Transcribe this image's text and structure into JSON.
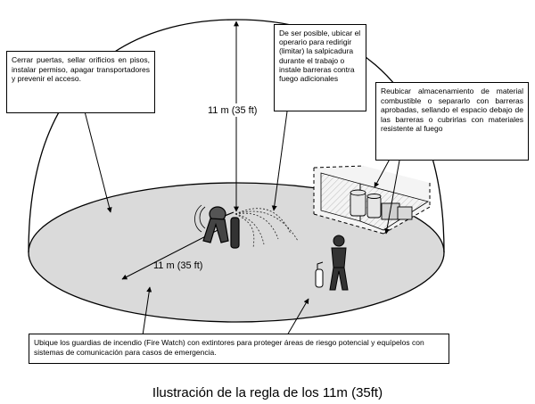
{
  "figure": {
    "callouts": {
      "doors": "Cerrar puertas, sellar orificios en pisos, instalar permiso, apagar transportadores y prevenir el acceso.",
      "operator": "De ser posible, ubicar el operario para redirigir (limitar) la salpicadura durante el trabajo o instale barreras contra fuego adicionales",
      "relocate": "Reubicar almacenamiento de material combustible o separarlo con barreras aprobadas, sellando el espacio debajo de las barreras o cubrirlas con materiales resistente al fuego",
      "firewatch": "Ubique los guardias de incendio (Fire Watch) con extintores para proteger áreas de riesgo potencial y equípelos con sistemas de comunicación para casos de emergencia."
    },
    "dimensions": {
      "vertical": "11 m (35 ft)",
      "horizontal": "11 m (35 ft)"
    },
    "caption": "Ilustración de la regla de los 11m (35ft)"
  }
}
